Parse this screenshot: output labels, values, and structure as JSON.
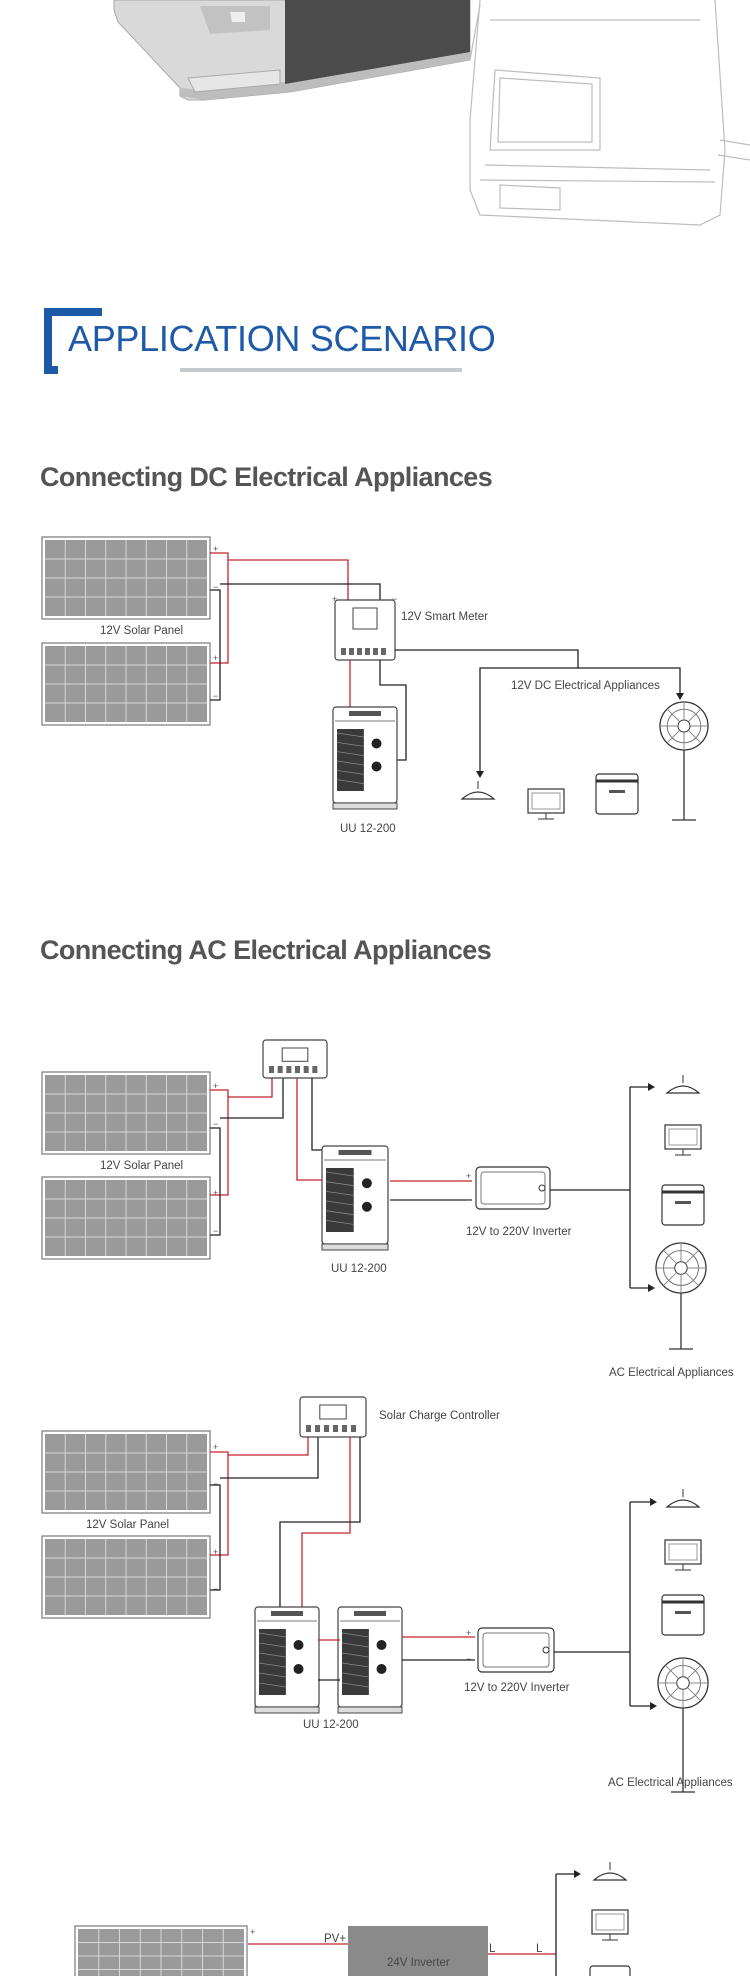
{
  "banner": {
    "title": "APPLICATION SCENARIO",
    "accent": "#1e5aa8"
  },
  "sections": {
    "dc": {
      "title": "Connecting DC Electrical Appliances"
    },
    "ac": {
      "title": "Connecting AC Electrical Appliances"
    }
  },
  "diagram1": {
    "solar": "12V Solar  Panel",
    "meter": "12V Smart Meter",
    "appliances": "12V DC Electrical Appliances",
    "battery": "UU 12-200",
    "plus": "+",
    "minus": "−"
  },
  "diagram2": {
    "solar": "12V Solar  Panel",
    "battery": "UU 12-200",
    "inverter": "12V to 220V Inverter",
    "appliances": "AC Electrical Appliances"
  },
  "diagram3": {
    "solar": "12V Solar  Panel",
    "controller": "Solar Charge Controller",
    "battery": "UU 12-200",
    "inverter": "12V to 220V Inverter",
    "appliances": "AC Electrical Appliances"
  },
  "diagram4": {
    "pv": "PV+",
    "inverter": "24V Inverter",
    "l1": "L",
    "l2": "L"
  },
  "colors": {
    "wire_red": "#c4232f",
    "wire_black": "#222222",
    "panel": "#9a9a9a",
    "text": "#444444"
  }
}
